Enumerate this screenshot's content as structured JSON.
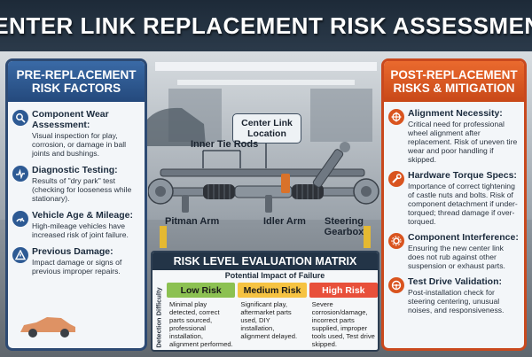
{
  "title": "CENTER LINK REPLACEMENT RISK ASSESSMENT",
  "left_panel": {
    "heading": "PRE-REPLACEMENT RISK FACTORS",
    "items": [
      {
        "title": "Component Wear Assessment:",
        "text": "Visual inspection for play, corrosion, or damage in ball joints and bushings.",
        "icon": "inspection-icon"
      },
      {
        "title": "Diagnostic Testing:",
        "text": "Results of \"dry park\" test (checking for looseness while stationary).",
        "icon": "test-icon"
      },
      {
        "title": "Vehicle Age & Mileage:",
        "text": "High-mileage vehicles have increased risk of joint failure.",
        "icon": "gauge-icon"
      },
      {
        "title": "Previous Damage:",
        "text": "Impact damage or signs of previous improper repairs.",
        "icon": "warning-icon"
      }
    ]
  },
  "right_panel": {
    "heading": "POST-REPLACEMENT RISKS & MITIGATION",
    "items": [
      {
        "title": "Alignment Necessity:",
        "text": "Critical need for professional wheel alignment after replacement. Risk of uneven tire wear and poor handling if skipped.",
        "icon": "alignment-icon"
      },
      {
        "title": "Hardware Torque Specs:",
        "text": "Importance of correct tightening of castle nuts and bolts. Risk of component detachment if under-torqued; thread damage if over-torqued.",
        "icon": "wrench-icon"
      },
      {
        "title": "Component Interference:",
        "text": "Ensuring the new center link does not rub against other suspension or exhaust parts.",
        "icon": "gear-icon"
      },
      {
        "title": "Test Drive Validation:",
        "text": "Post-installation check for steering centering, unusual noises, and responsiveness.",
        "icon": "steering-wheel-icon"
      }
    ]
  },
  "diagram": {
    "callout": "Center Link Location",
    "labels": {
      "inner_tie_rods": "Inner Tie Rods",
      "pitman_arm": "Pitman Arm",
      "idler_arm": "Idler Arm",
      "steering_gearbox": "Steering Gearbox"
    }
  },
  "matrix": {
    "heading": "RISK LEVEL EVALUATION MATRIX",
    "impact_label": "Potential Impact of Failure",
    "side_label": "Detection Difficulty",
    "columns": [
      {
        "label": "Low Risk",
        "color": "#8cc152",
        "text": "Minimal play detected, correct parts sourced, professional installation, alignment performed."
      },
      {
        "label": "Medium Risk",
        "color": "#f6c342",
        "text": "Significant play, aftermarket parts used, DIY installation, alignment delayed."
      },
      {
        "label": "High Risk",
        "color": "#e8503a",
        "text": "Severe corrosion/damage, incorrect parts supplied, improper tools used, Test drive skipped."
      }
    ]
  }
}
